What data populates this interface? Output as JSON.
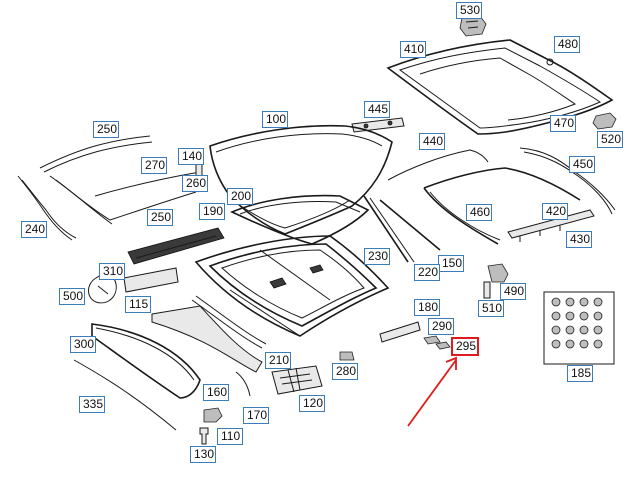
{
  "diagram": {
    "highlight_color": "#e01b1b",
    "callout_border_color": "#3b7dbb",
    "highlighted_callout": "295",
    "callouts": {
      "c530": "530",
      "c410": "410",
      "c480": "480",
      "c445": "445",
      "c470": "470",
      "c520": "520",
      "c250a": "250",
      "c100": "100",
      "c440": "440",
      "c270": "270",
      "c140": "140",
      "c450": "450",
      "c260": "260",
      "c200": "200",
      "c190": "190",
      "c250b": "250",
      "c460": "460",
      "c420": "420",
      "c240": "240",
      "c430": "430",
      "c230": "230",
      "c150": "150",
      "c220": "220",
      "c310": "310",
      "c490": "490",
      "c500": "500",
      "c510": "510",
      "c115": "115",
      "c180": "180",
      "c290": "290",
      "c295": "295",
      "c300": "300",
      "c210": "210",
      "c280": "280",
      "c185": "185",
      "c160": "160",
      "c120": "120",
      "c335": "335",
      "c170": "170",
      "c110": "110",
      "c130": "130"
    }
  }
}
